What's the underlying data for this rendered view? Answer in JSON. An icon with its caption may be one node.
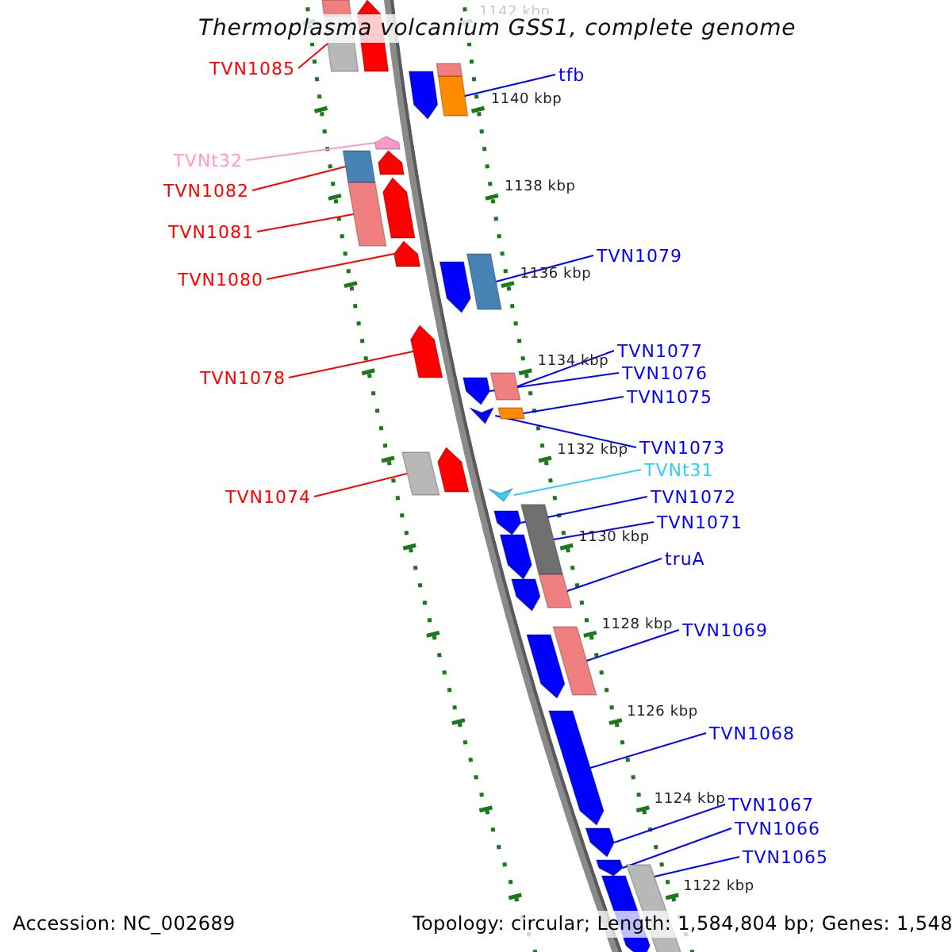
{
  "diagram": {
    "title": "Thermoplasma volcanium GSS1, complete genome",
    "nodes": [
      {
        "text": [
          "TVN1085"
        ]
      },
      {
        "text": [],
        "shape": "bar"
      },
      {
        "text": [
          "tfb"
        ]
      },
      {
        "text": [],
        "shape": "bar"
      },
      {
        "text": [
          "TVNt32"
        ]
      },
      {
        "text": [],
        "shape": "arrow"
      },
      {
        "text": [
          "TVN1082"
        ]
      },
      {
        "text": [],
        "shape": "bar"
      },
      {
        "text": [
          "TVN1081"
        ]
      },
      {
        "text": [],
        "shape": "bar"
      },
      {
        "text": [
          "TVN1079"
        ]
      },
      {
        "text": [],
        "shape": "bar"
      },
      {
        "text": [
          "TVN1080"
        ]
      },
      {
        "text": [],
        "shape": "arrow"
      },
      {
        "text": [
          "TVN1077"
        ]
      },
      {
        "text": [],
        "shape": "bar"
      },
      {
        "text": [
          "TVN1076"
        ]
      },
      {
        "text": [],
        "shape": "arrow"
      },
      {
        "text": [
          "TVN1078"
        ]
      },
      {
        "text": [],
        "shape": "arrow"
      },
      {
        "text": [
          "TVN1075"
        ]
      },
      {
        "text": [],
        "shape": "bar"
      },
      {
        "text": [
          "TVN1073"
        ]
      },
      {
        "text": [],
        "shape": "arrow"
      },
      {
        "text": [
          "TVNt31"
        ]
      },
      {
        "text": [],
        "shape": "arrow"
      },
      {
        "text": [
          "TVN1072"
        ]
      },
      {
        "text": [],
        "shape": "arrow"
      },
      {
        "text": [
          "TVN1074"
        ]
      },
      {
        "text": [],
        "shape": "bar"
      },
      {
        "text": [
          "TVN1071"
        ]
      },
      {
        "text": [],
        "shape": "bar"
      },
      {
        "text": [
          "truA"
        ]
      },
      {
        "text": [],
        "shape": "bar"
      },
      {
        "text": [
          "TVN1069"
        ]
      },
      {
        "text": [],
        "shape": "bar"
      },
      {
        "text": [
          "TVN1068"
        ]
      },
      {
        "text": [],
        "shape": "arrow"
      },
      {
        "text": [
          "TVN1067"
        ]
      },
      {
        "text": [],
        "shape": "arrow"
      },
      {
        "text": [
          "TVN1066"
        ]
      },
      {
        "text": [],
        "shape": "arrow"
      },
      {
        "text": [
          "TVN1065"
        ]
      },
      {
        "text": [],
        "shape": "bar"
      },
      {
        "text": [],
        "shape": "bar"
      },
      {
        "text": [],
        "shape": "arrow"
      },
      {
        "text": [],
        "shape": "bar"
      },
      {
        "text": [],
        "shape": "arrow"
      },
      {
        "text": [],
        "shape": "arrow"
      },
      {
        "text": [],
        "shape": "arrow"
      },
      {
        "text": [],
        "shape": "arrow"
      },
      {
        "text": [],
        "shape": "arrow"
      },
      {
        "text": [],
        "shape": "arrow"
      },
      {
        "text": [],
        "shape": "arrow"
      },
      {
        "text": [],
        "shape": "arrow"
      },
      {
        "text": [],
        "shape": "arrow"
      }
    ],
    "edges": [
      {
        "from": 0,
        "to": 1,
        "arrow": "none",
        "color": "#ff0000"
      },
      {
        "from": 2,
        "to": 3,
        "arrow": "none"
      },
      {
        "from": 4,
        "to": 5,
        "arrow": "none",
        "color": "#ff99cc"
      },
      {
        "from": 6,
        "to": 7,
        "arrow": "none",
        "color": "#ff0000"
      },
      {
        "from": 8,
        "to": 9,
        "arrow": "none",
        "color": "#ff0000"
      },
      {
        "from": 10,
        "to": 11,
        "arrow": "none"
      },
      {
        "from": 12,
        "to": 13,
        "arrow": "none",
        "color": "#ff0000"
      },
      {
        "from": 14,
        "to": 15,
        "arrow": "none"
      },
      {
        "from": 16,
        "to": 17,
        "arrow": "none"
      },
      {
        "from": 18,
        "to": 19,
        "arrow": "none",
        "color": "#ff0000"
      },
      {
        "from": 20,
        "to": 21,
        "arrow": "none"
      },
      {
        "from": 22,
        "to": 23,
        "arrow": "none"
      },
      {
        "from": 24,
        "to": 25,
        "arrow": "none",
        "color": "#33ccff"
      },
      {
        "from": 26,
        "to": 27,
        "arrow": "none"
      },
      {
        "from": 28,
        "to": 29,
        "arrow": "none",
        "color": "#ff0000"
      },
      {
        "from": 30,
        "to": 31,
        "arrow": "none"
      },
      {
        "from": 32,
        "to": 33,
        "arrow": "none"
      },
      {
        "from": 34,
        "to": 35,
        "arrow": "none"
      },
      {
        "from": 36,
        "to": 37,
        "arrow": "none"
      },
      {
        "from": 38,
        "to": 39,
        "arrow": "none"
      },
      {
        "from": 40,
        "to": 41,
        "arrow": "none"
      },
      {
        "from": 42,
        "to": 43,
        "arrow": "none"
      }
    ],
    "labels": [
      "1142 kbp",
      "1140 kbp",
      "1138 kbp",
      "1136 kbp",
      "1134 kbp",
      "1132 kbp",
      "1130 kbp",
      "1128 kbp",
      "1126 kbp",
      "1124 kbp",
      "1122 kbp",
      "Accession: NC_002689",
      "Topology: circular; Length: 1,584,804 bp; Genes: 1,548"
    ]
  }
}
